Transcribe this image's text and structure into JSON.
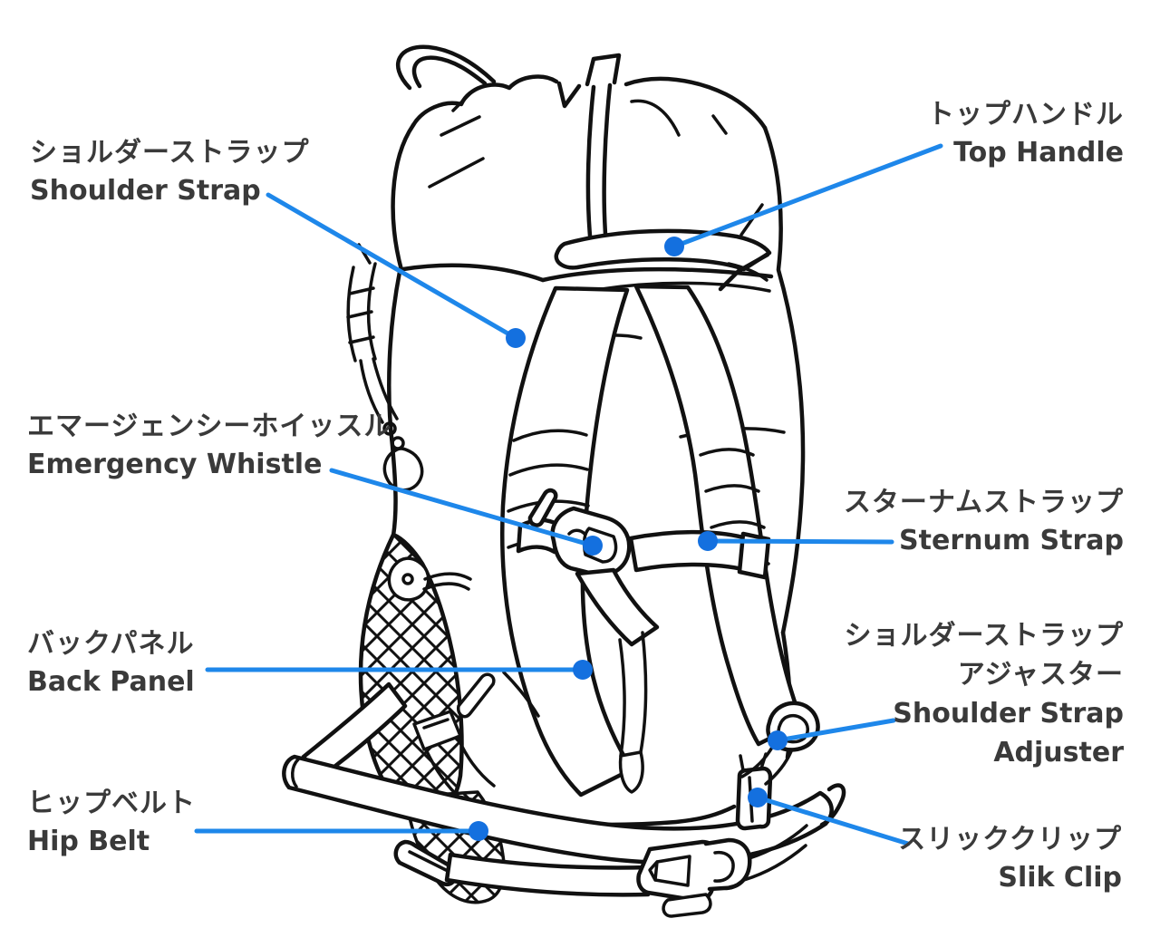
{
  "diagram": {
    "colors": {
      "leader_line": "#1E87EA",
      "leader_dot": "#1470DF",
      "line_art": "#111111",
      "label_text": "#3A3A3A",
      "background": "#FFFFFF"
    },
    "callouts": {
      "shoulder_strap": {
        "jp": "ショルダーストラップ",
        "en": "Shoulder Strap"
      },
      "top_handle": {
        "jp": "トップハンドル",
        "en": "Top Handle"
      },
      "emergency_whistle": {
        "jp": "エマージェンシーホイッスル",
        "en": "Emergency Whistle"
      },
      "sternum_strap": {
        "jp": "スターナムストラップ",
        "en": "Sternum Strap"
      },
      "back_panel": {
        "jp": "バックパネル",
        "en": "Back Panel"
      },
      "shoulder_strap_adjuster": {
        "jp_line1": "ショルダーストラップ",
        "jp_line2": "アジャスター",
        "en_line1": "Shoulder Strap",
        "en_line2": "Adjuster"
      },
      "hip_belt": {
        "jp": "ヒップベルト",
        "en": "Hip Belt"
      },
      "slik_clip": {
        "jp": "スリッククリップ",
        "en": "Slik Clip"
      }
    }
  }
}
